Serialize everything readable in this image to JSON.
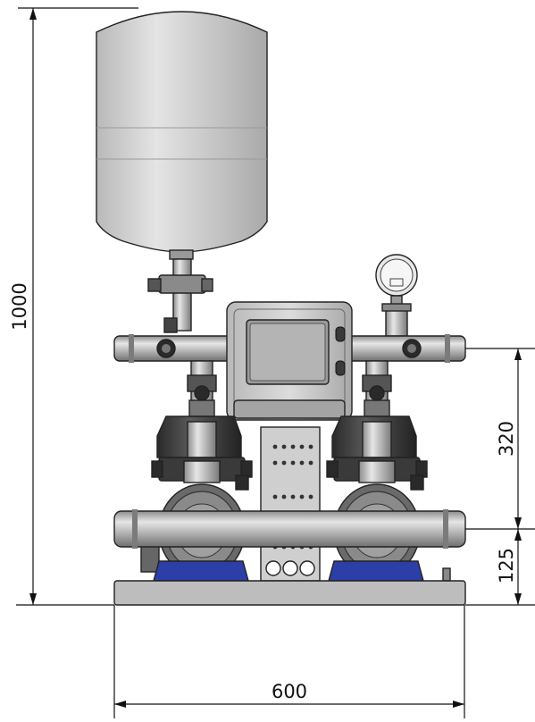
{
  "dimensions": {
    "total_height": "1000",
    "width": "600",
    "upper_manifold_height": "320",
    "lower_manifold_height": "125"
  },
  "components": {
    "vessel_icon": "expansion-vessel",
    "gauge_icon": "pressure-gauge",
    "controller_icon": "control-panel",
    "pump_icon": "centrifugal-pump"
  },
  "colors": {
    "vessel": "#d2d2d2",
    "steel": "#bdbdbd",
    "motor": "#3a3a3a",
    "pump_base": "#2c3fa6",
    "line": "#111111"
  }
}
